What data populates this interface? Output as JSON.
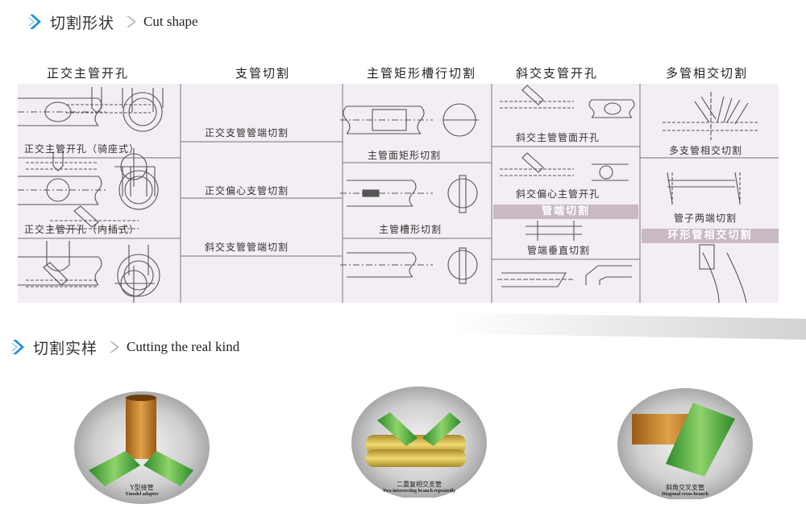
{
  "section1": {
    "title_zh": "切割形状",
    "title_en": "Cut shape"
  },
  "section2": {
    "title_zh": "切割实样",
    "title_en": "Cutting the real kind"
  },
  "columns": [
    "正交主管开孔",
    "支管切割",
    "主管矩形槽行切割",
    "斜交支管开孔",
    "多管相交切割"
  ],
  "captions": {
    "c1a": "正交主管开孔（骑座式）",
    "c1b": "正交主管开孔（内插式）",
    "c2a": "正交支管管端切割",
    "c2b": "正交偏心支管切割",
    "c2c": "斜交支管管端切割",
    "c3a": "主管面矩形切割",
    "c3b": "主管槽形切割",
    "c4a": "斜交主管管面开孔",
    "c4b": "斜交偏心主管开孔",
    "c4c": "管端垂直切割",
    "c5a": "多支管相交切割",
    "c5b": "管子两端切割"
  },
  "bands": {
    "b4": "管端切割",
    "b5": "环形管相交切割"
  },
  "samples": [
    {
      "zh": "Y型接管",
      "en": "Ymodel adapter"
    },
    {
      "zh": "二重复相交支管",
      "en": "Two intersecting branch repeatedly"
    },
    {
      "zh": "斜角交叉支管",
      "en": "Diagonal cross-branch"
    }
  ],
  "colors": {
    "chevron_blue": "#1a8fd6",
    "pipe_green": "#3aa636",
    "pipe_orange": "#c88a2a",
    "pipe_yellow": "#d6b24a",
    "sheet_bg": "#f3eef3",
    "band": "#c8b9c4"
  }
}
